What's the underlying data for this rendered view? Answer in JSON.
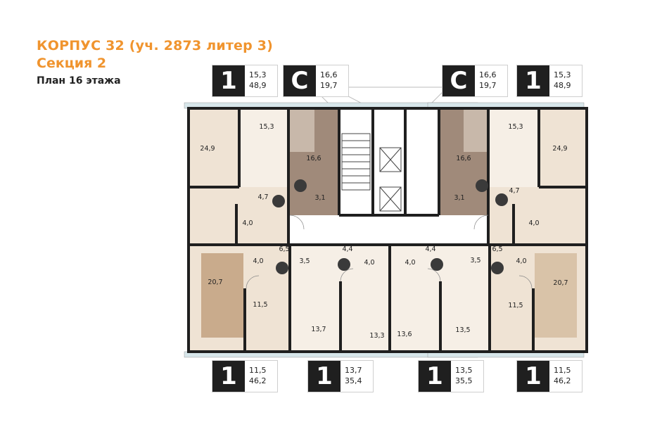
{
  "header": {
    "title": "КОРПУС 32 (уч. 2873 литер 3)",
    "section": "Секция 2",
    "floor_plan": "План 16 этажа"
  },
  "badges_top": [
    {
      "type": "1",
      "living": "15,3",
      "total": "48,9"
    },
    {
      "type": "С",
      "living": "16,6",
      "total": "19,7"
    },
    {
      "type": "С",
      "living": "16,6",
      "total": "19,7"
    },
    {
      "type": "1",
      "living": "15,3",
      "total": "48,9"
    }
  ],
  "badges_bottom": [
    {
      "type": "1",
      "living": "11,5",
      "total": "46,2"
    },
    {
      "type": "1",
      "living": "13,7",
      "total": "35,4"
    },
    {
      "type": "1",
      "living": "13,5",
      "total": "35,5"
    },
    {
      "type": "1",
      "living": "11,5",
      "total": "46,2"
    }
  ],
  "room_areas": [
    "24,9",
    "15,3",
    "4,7",
    "4,0",
    "16,6",
    "3,1",
    "16,6",
    "3,1",
    "15,3",
    "24,9",
    "4,7",
    "4,0",
    "6,5",
    "4,0",
    "3,5",
    "20,7",
    "11,5",
    "4,4",
    "4,0",
    "13,7",
    "13,3",
    "4,4",
    "4,0",
    "13,6",
    "13,5",
    "6,5",
    "3,5",
    "4,0",
    "11,5",
    "20,7"
  ],
  "colors": {
    "accent": "#f0942e",
    "wall": "#1f1f1f",
    "apartment_fill": "#efe3d4",
    "studio_fill": "#a08a7a",
    "badge_dark": "#1f1f1f"
  }
}
